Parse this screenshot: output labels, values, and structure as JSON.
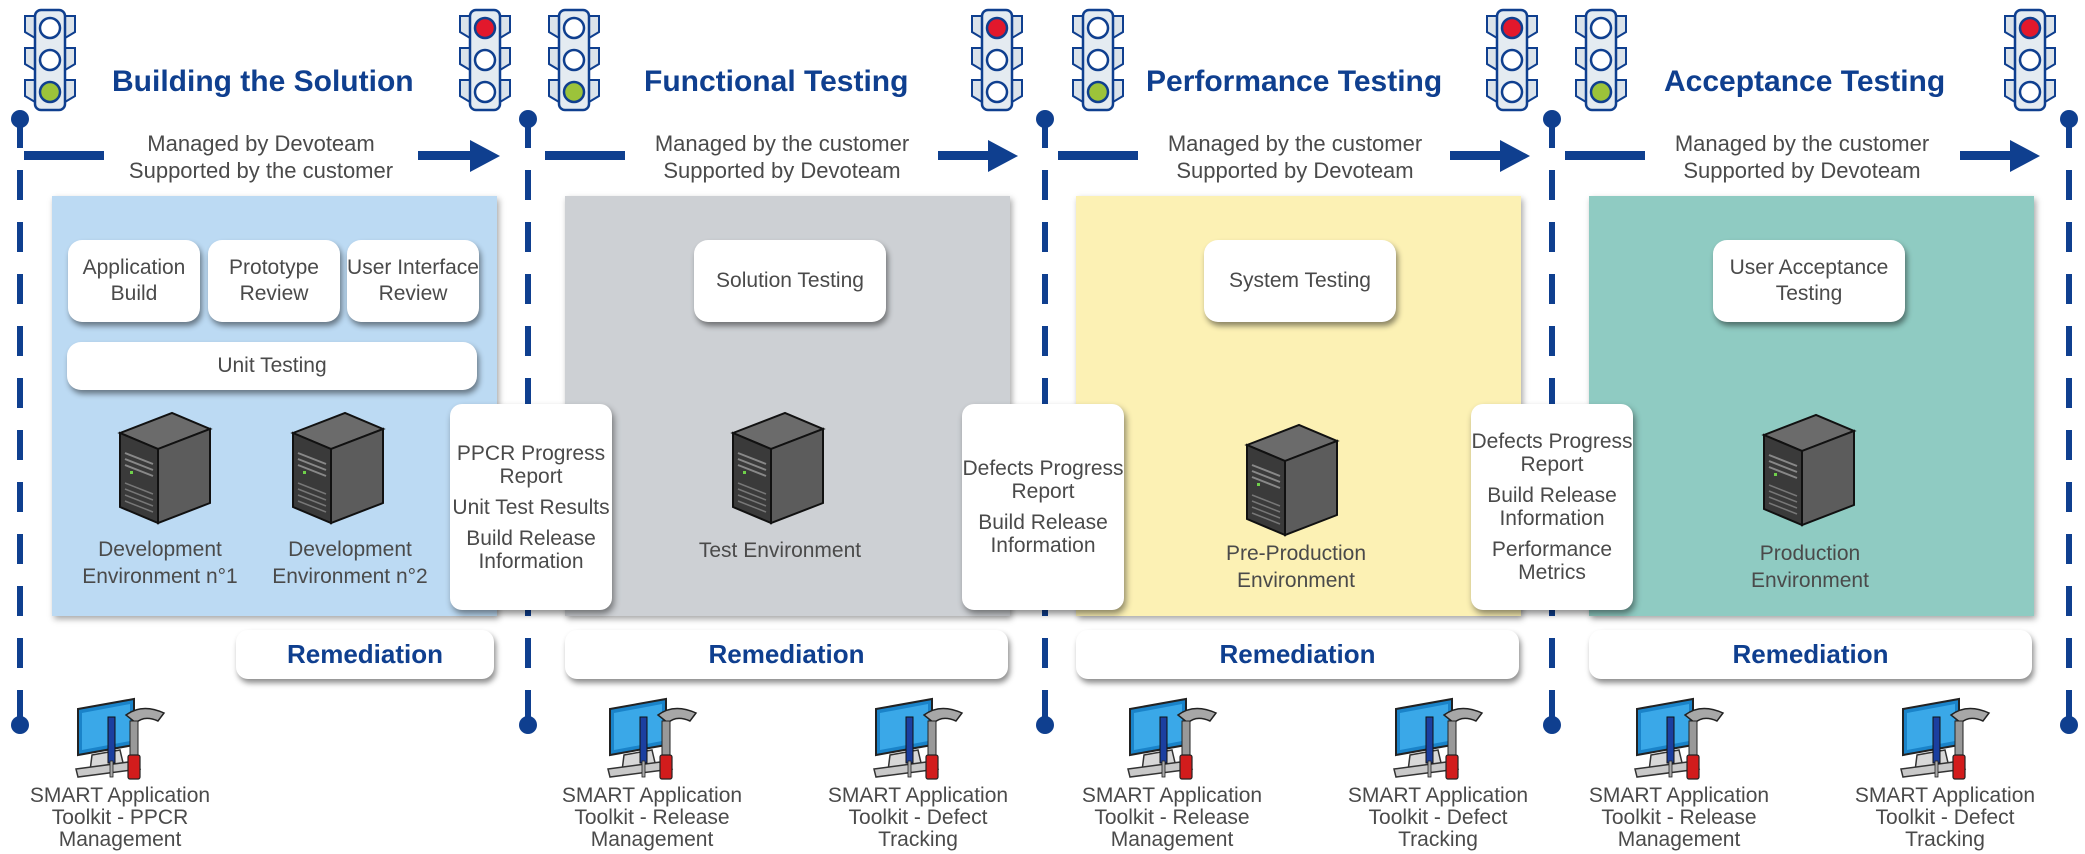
{
  "phases": [
    {
      "title": "Building the Solution",
      "managed_line1": "Managed by Devoteam",
      "managed_line2": "Supported by the customer",
      "panel_color": "#bcdaf3"
    },
    {
      "title": "Functional Testing",
      "managed_line1": "Managed by the customer",
      "managed_line2": "Supported by Devoteam",
      "panel_color": "#cdd0d4"
    },
    {
      "title": "Performance Testing",
      "managed_line1": "Managed by the customer",
      "managed_line2": "Supported by Devoteam",
      "panel_color": "#fcf1b4"
    },
    {
      "title": "Acceptance Testing",
      "managed_line1": "Managed by the customer",
      "managed_line2": "Supported by Devoteam",
      "panel_color": "#8fcbc2"
    }
  ],
  "colors": {
    "accent_blue": "#0f3f8f",
    "light_green": "#9cc33a",
    "light_red": "#e2182c"
  },
  "building": {
    "activity_1": "Application Build",
    "activity_2": "Prototype Review",
    "activity_3": "User Interface Review",
    "unit_testing": "Unit Testing",
    "env_1_line1": "Development",
    "env_1_line2": "Environment n°1",
    "env_2_line1": "Development",
    "env_2_line2": "Environment n°2"
  },
  "functional": {
    "activity": "Solution Testing",
    "env": "Test Environment"
  },
  "performance": {
    "activity": "System Testing",
    "env_line1": "Pre-Production",
    "env_line2": "Environment"
  },
  "acceptance": {
    "activity": "User Acceptance Testing",
    "env_line1": "Production",
    "env_line2": "Environment"
  },
  "reports": [
    {
      "items": [
        "PPCR Progress Report",
        "Unit Test Results",
        "Build Release Information"
      ]
    },
    {
      "items": [
        "Defects Progress Report",
        "Build Release Information"
      ]
    },
    {
      "items": [
        "Defects Progress Report",
        "Build Release Information",
        "Performance Metrics"
      ]
    }
  ],
  "remediation_label": "Remediation",
  "tools": [
    {
      "line1": "SMART Application",
      "line2": "Toolkit - PPCR",
      "line3": "Management"
    },
    {
      "line1": "SMART Application",
      "line2": "Toolkit - Release",
      "line3": "Management"
    },
    {
      "line1": "SMART Application",
      "line2": "Toolkit - Defect",
      "line3": "Tracking"
    },
    {
      "line1": "SMART Application",
      "line2": "Toolkit - Release",
      "line3": "Management"
    },
    {
      "line1": "SMART Application",
      "line2": "Toolkit - Defect",
      "line3": "Tracking"
    },
    {
      "line1": "SMART Application",
      "line2": "Toolkit - Release",
      "line3": "Management"
    },
    {
      "line1": "SMART Application",
      "line2": "Toolkit - Defect",
      "line3": "Tracking"
    }
  ]
}
